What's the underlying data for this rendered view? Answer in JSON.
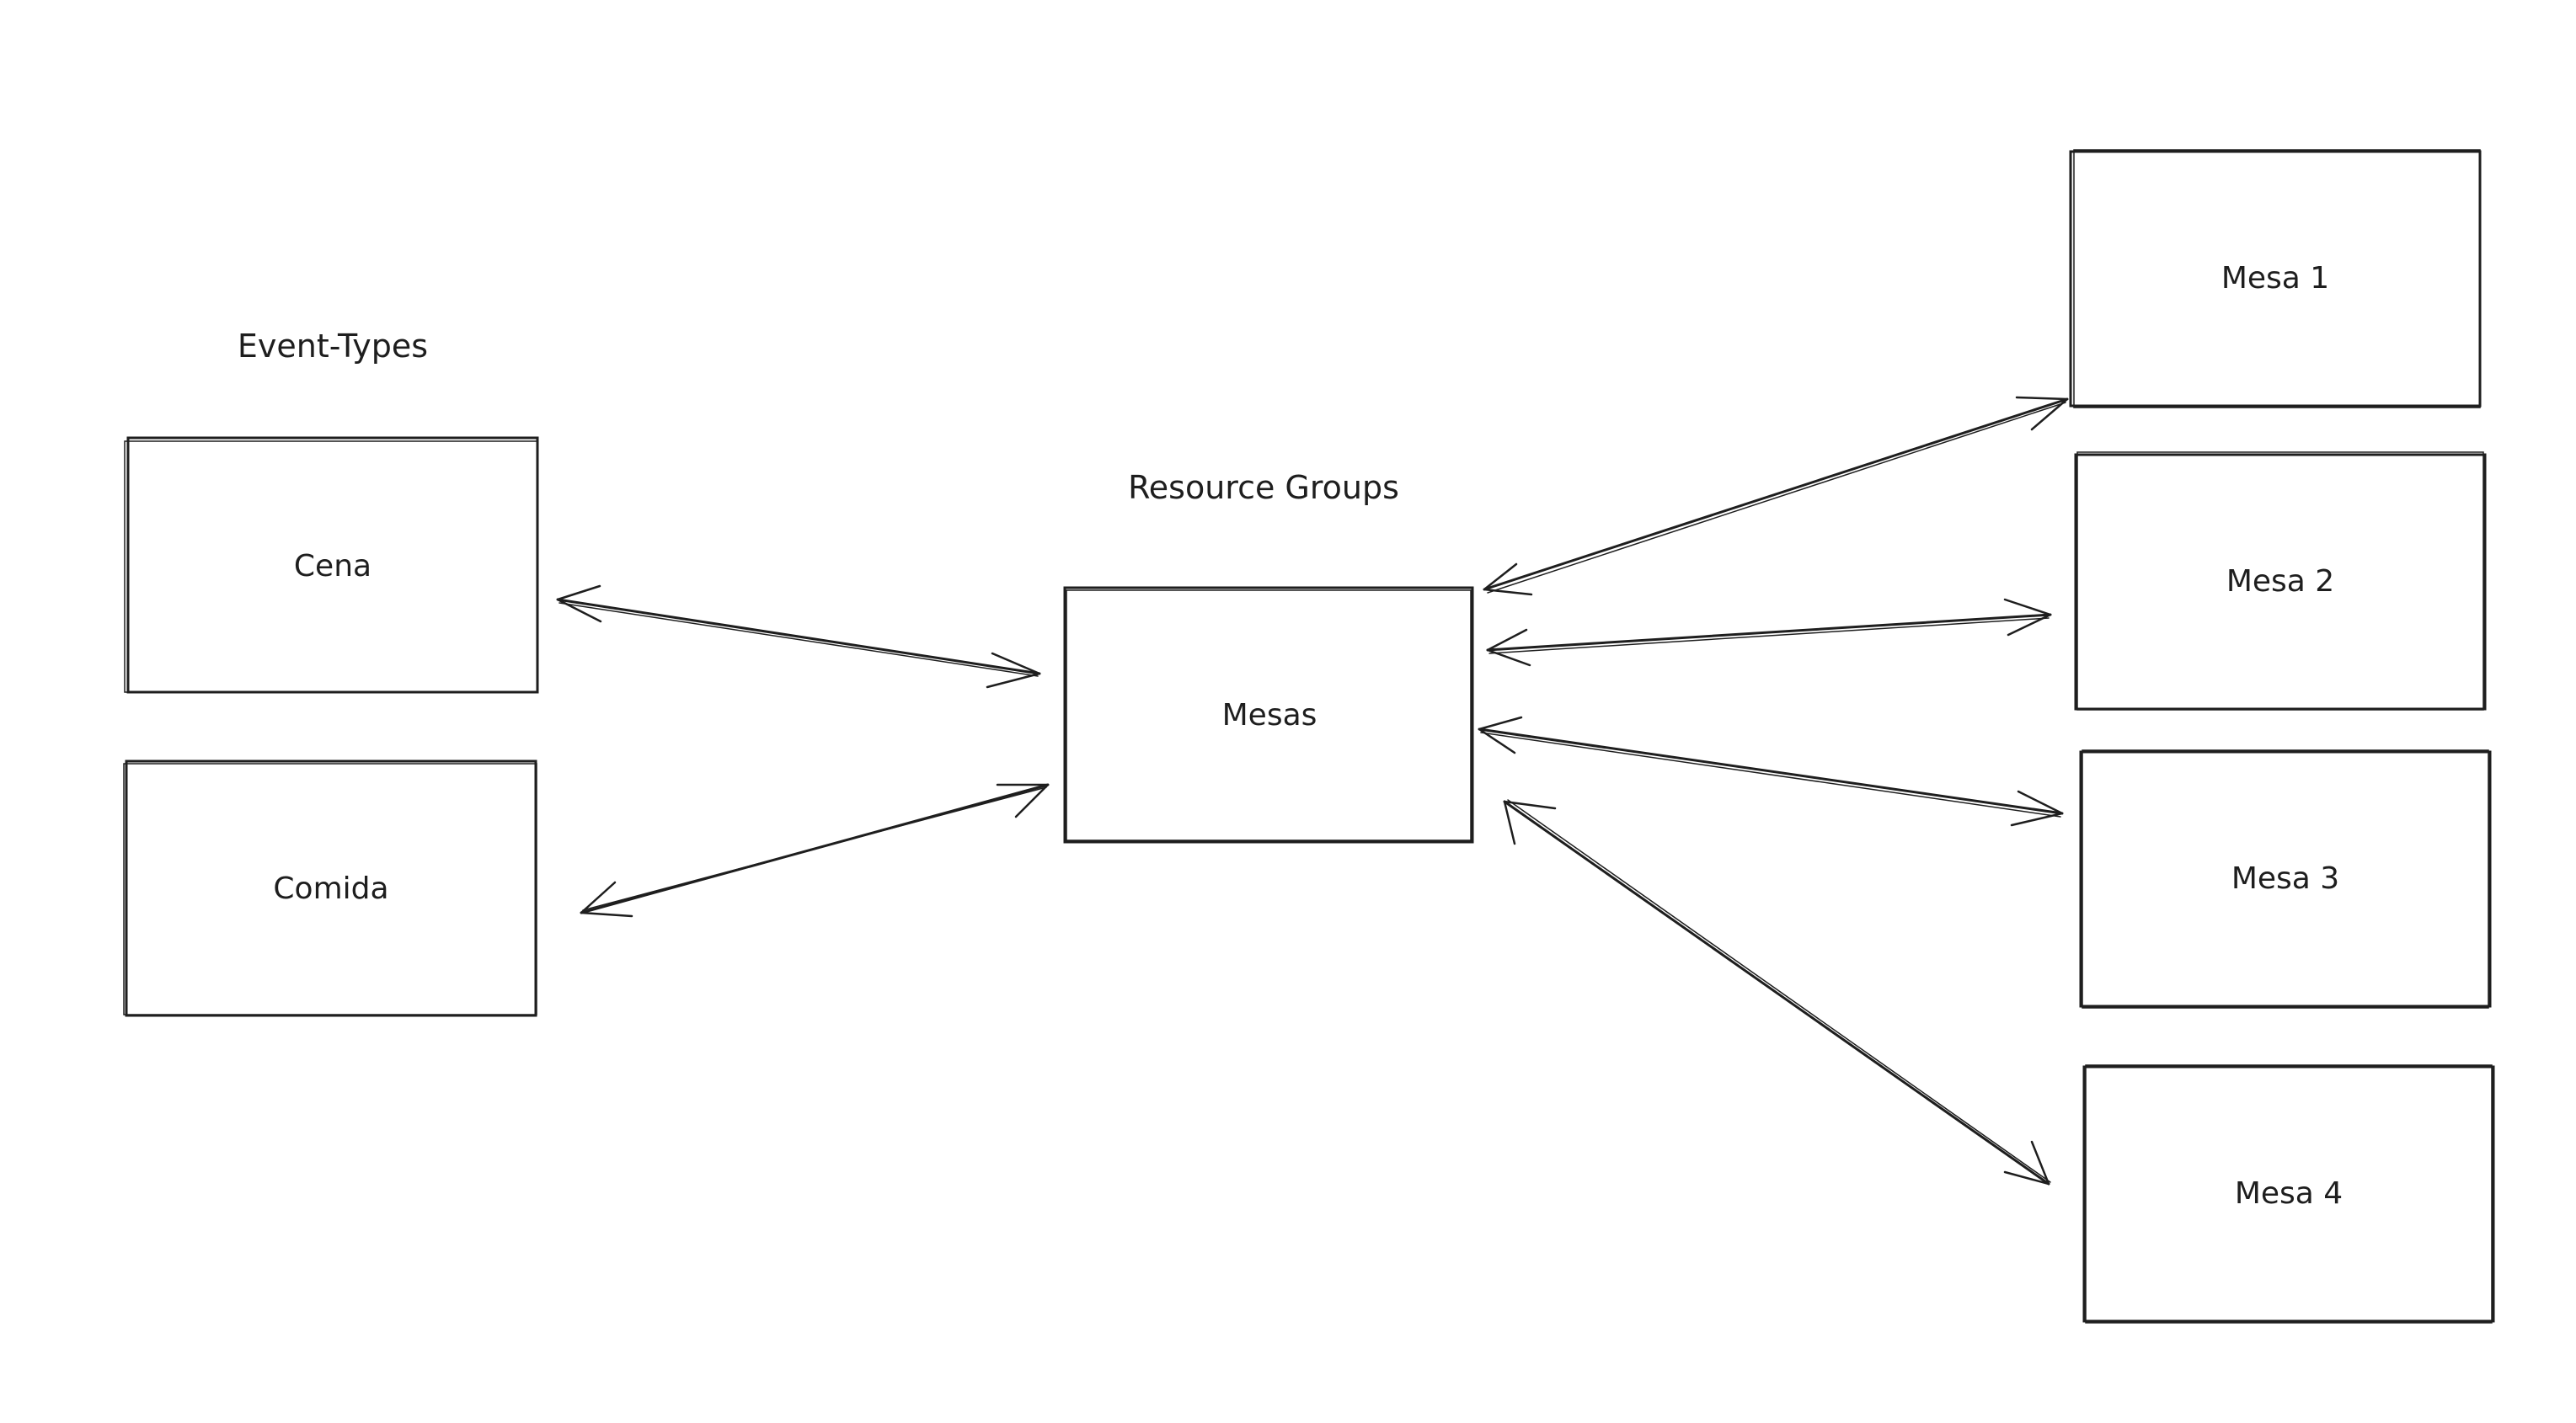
{
  "headings": {
    "event_types": "Event-Types",
    "resource_groups": "Resource Groups"
  },
  "boxes": {
    "cena": "Cena",
    "comida": "Comida",
    "mesas": "Mesas",
    "mesa1": "Mesa 1",
    "mesa2": "Mesa 2",
    "mesa3": "Mesa 3",
    "mesa4": "Mesa 4"
  },
  "connections": [
    {
      "from": "cena",
      "to": "mesas",
      "bidirectional": true
    },
    {
      "from": "comida",
      "to": "mesas",
      "bidirectional": true
    },
    {
      "from": "mesas",
      "to": "mesa1",
      "bidirectional": true
    },
    {
      "from": "mesas",
      "to": "mesa2",
      "bidirectional": true
    },
    {
      "from": "mesas",
      "to": "mesa3",
      "bidirectional": true
    },
    {
      "from": "mesas",
      "to": "mesa4",
      "bidirectional": true
    }
  ],
  "colors": {
    "stroke": "#1e1e1e",
    "background": "#ffffff"
  }
}
